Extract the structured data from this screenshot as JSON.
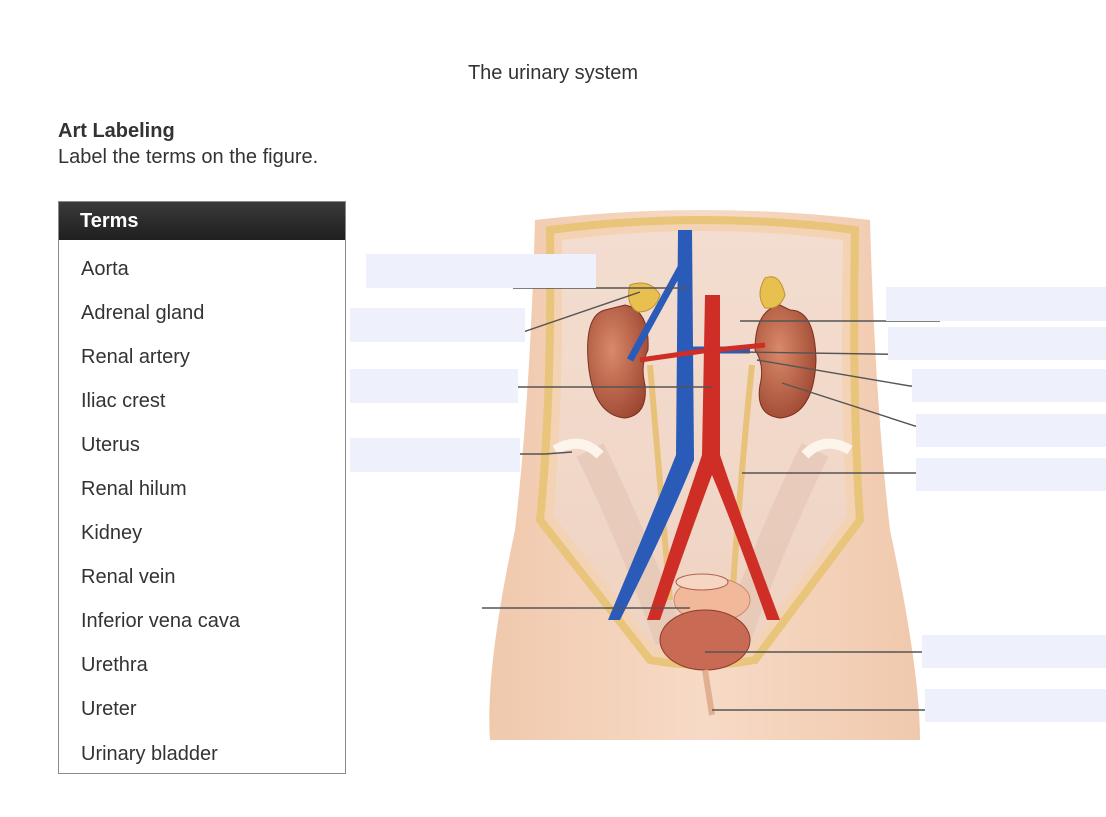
{
  "page": {
    "title": "The urinary system"
  },
  "instructions": {
    "heading": "Art Labeling",
    "text": "Label the terms on the figure."
  },
  "terms": {
    "header": "Terms",
    "items": [
      "Aorta",
      "Adrenal gland",
      "Renal artery",
      "Iliac crest",
      "Uterus",
      "Renal hilum",
      "Kidney",
      "Renal vein",
      "Inferior vena cava",
      "Urethra",
      "Ureter",
      "Urinary bladder"
    ]
  },
  "drop_targets": {
    "count_left": 4,
    "count_right": 7,
    "fill_color": "#eef0fc",
    "leader_color": "#555555"
  }
}
